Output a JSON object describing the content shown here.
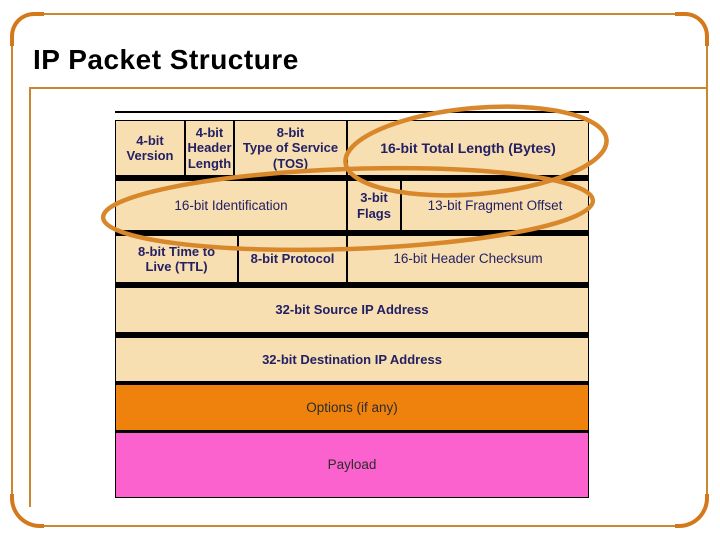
{
  "slide": {
    "title": "IP Packet Structure"
  },
  "packet": {
    "version": "4-bit\nVersion",
    "header_length": "4-bit\nHeader\nLength",
    "type_of_service": "8-bit\nType of Service\n(TOS)",
    "total_length": "16-bit Total Length (Bytes)",
    "identification": "16-bit Identification",
    "flags": "3-bit\nFlags",
    "fragment_offset": "13-bit Fragment Offset",
    "time_to_live": "8-bit Time to\nLive (TTL)",
    "protocol": "8-bit Protocol",
    "header_checksum": "16-bit Header Checksum",
    "source_address": "32-bit Source IP Address",
    "destination_address": "32-bit Destination IP Address",
    "options": "Options (if any)",
    "payload": "Payload"
  },
  "annotations": {
    "circled_fields": [
      "16-bit Total Length (Bytes)",
      "16-bit Identification",
      "3-bit Flags",
      "13-bit Fragment Offset"
    ]
  },
  "colors": {
    "background": "#FFFFFF",
    "field_bg": "#F8DFB2",
    "options_bg": "#EF820D",
    "payload_bg": "#FB62CE",
    "field_text": "#232063",
    "dark_text": "#2B2B2B",
    "border": "#000000",
    "frame": "#C9882F",
    "frame_accent": "#D4791B",
    "annotation_stroke": "#D8872B",
    "title_color": "#000000"
  }
}
